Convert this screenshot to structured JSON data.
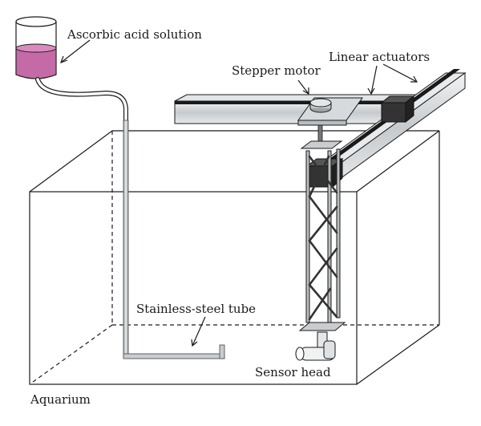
{
  "labels": {
    "ascorbic": "Ascorbic acid solution",
    "stepper": "Stepper motor",
    "linear": "Linear actuators",
    "tube": "Stainless-steel tube",
    "sensor": "Sensor head",
    "aquarium": "Aquarium"
  },
  "colors": {
    "solution": "#c46aa6",
    "actuator_block": "#3a3a3a",
    "rail": "#c9cdd0",
    "outline": "#1a1a1a"
  },
  "icons": []
}
